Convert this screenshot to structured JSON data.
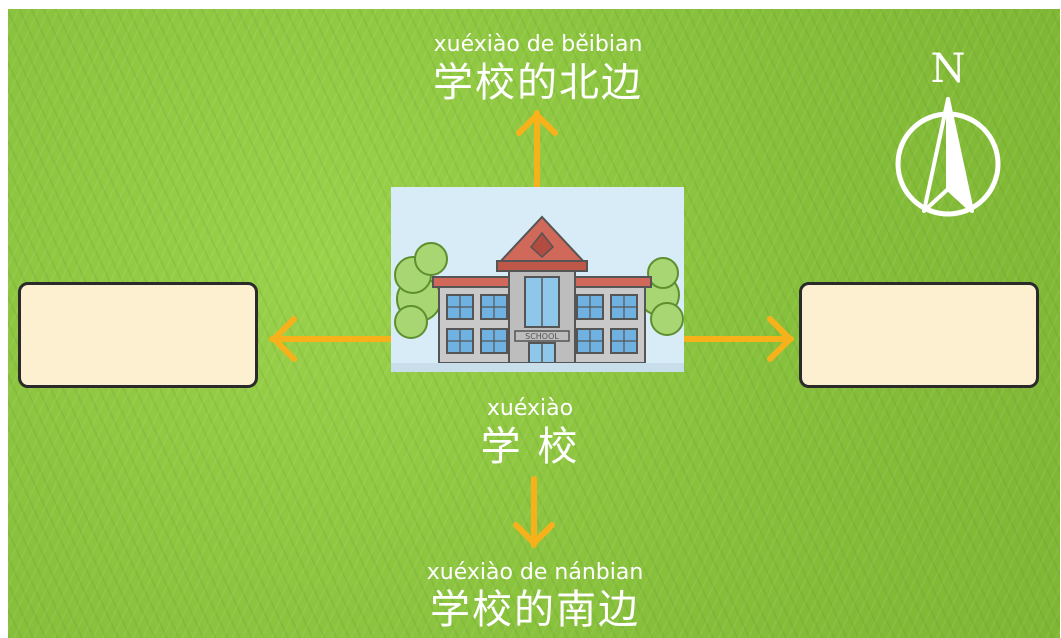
{
  "north_label": {
    "pinyin": "xuéxiào de běibian",
    "hanzi": "学校的北边"
  },
  "center_label": {
    "pinyin": "xuéxiào",
    "hanzi": "学 校"
  },
  "south_label": {
    "pinyin": "xuéxiào de nánbian",
    "hanzi": "学校的南边"
  },
  "compass": {
    "letter": "N"
  },
  "school_sign": "SCHOOL",
  "colors": {
    "grass": "#8cc63f",
    "arrow": "#f7b21b",
    "box_fill": "#fdf0d0",
    "box_border": "#2a2a2a",
    "text": "#ffffff"
  },
  "icons": [
    "north-arrow-compass-icon",
    "arrow-up-icon",
    "arrow-down-icon",
    "arrow-left-icon",
    "arrow-right-icon",
    "school-building-icon"
  ]
}
